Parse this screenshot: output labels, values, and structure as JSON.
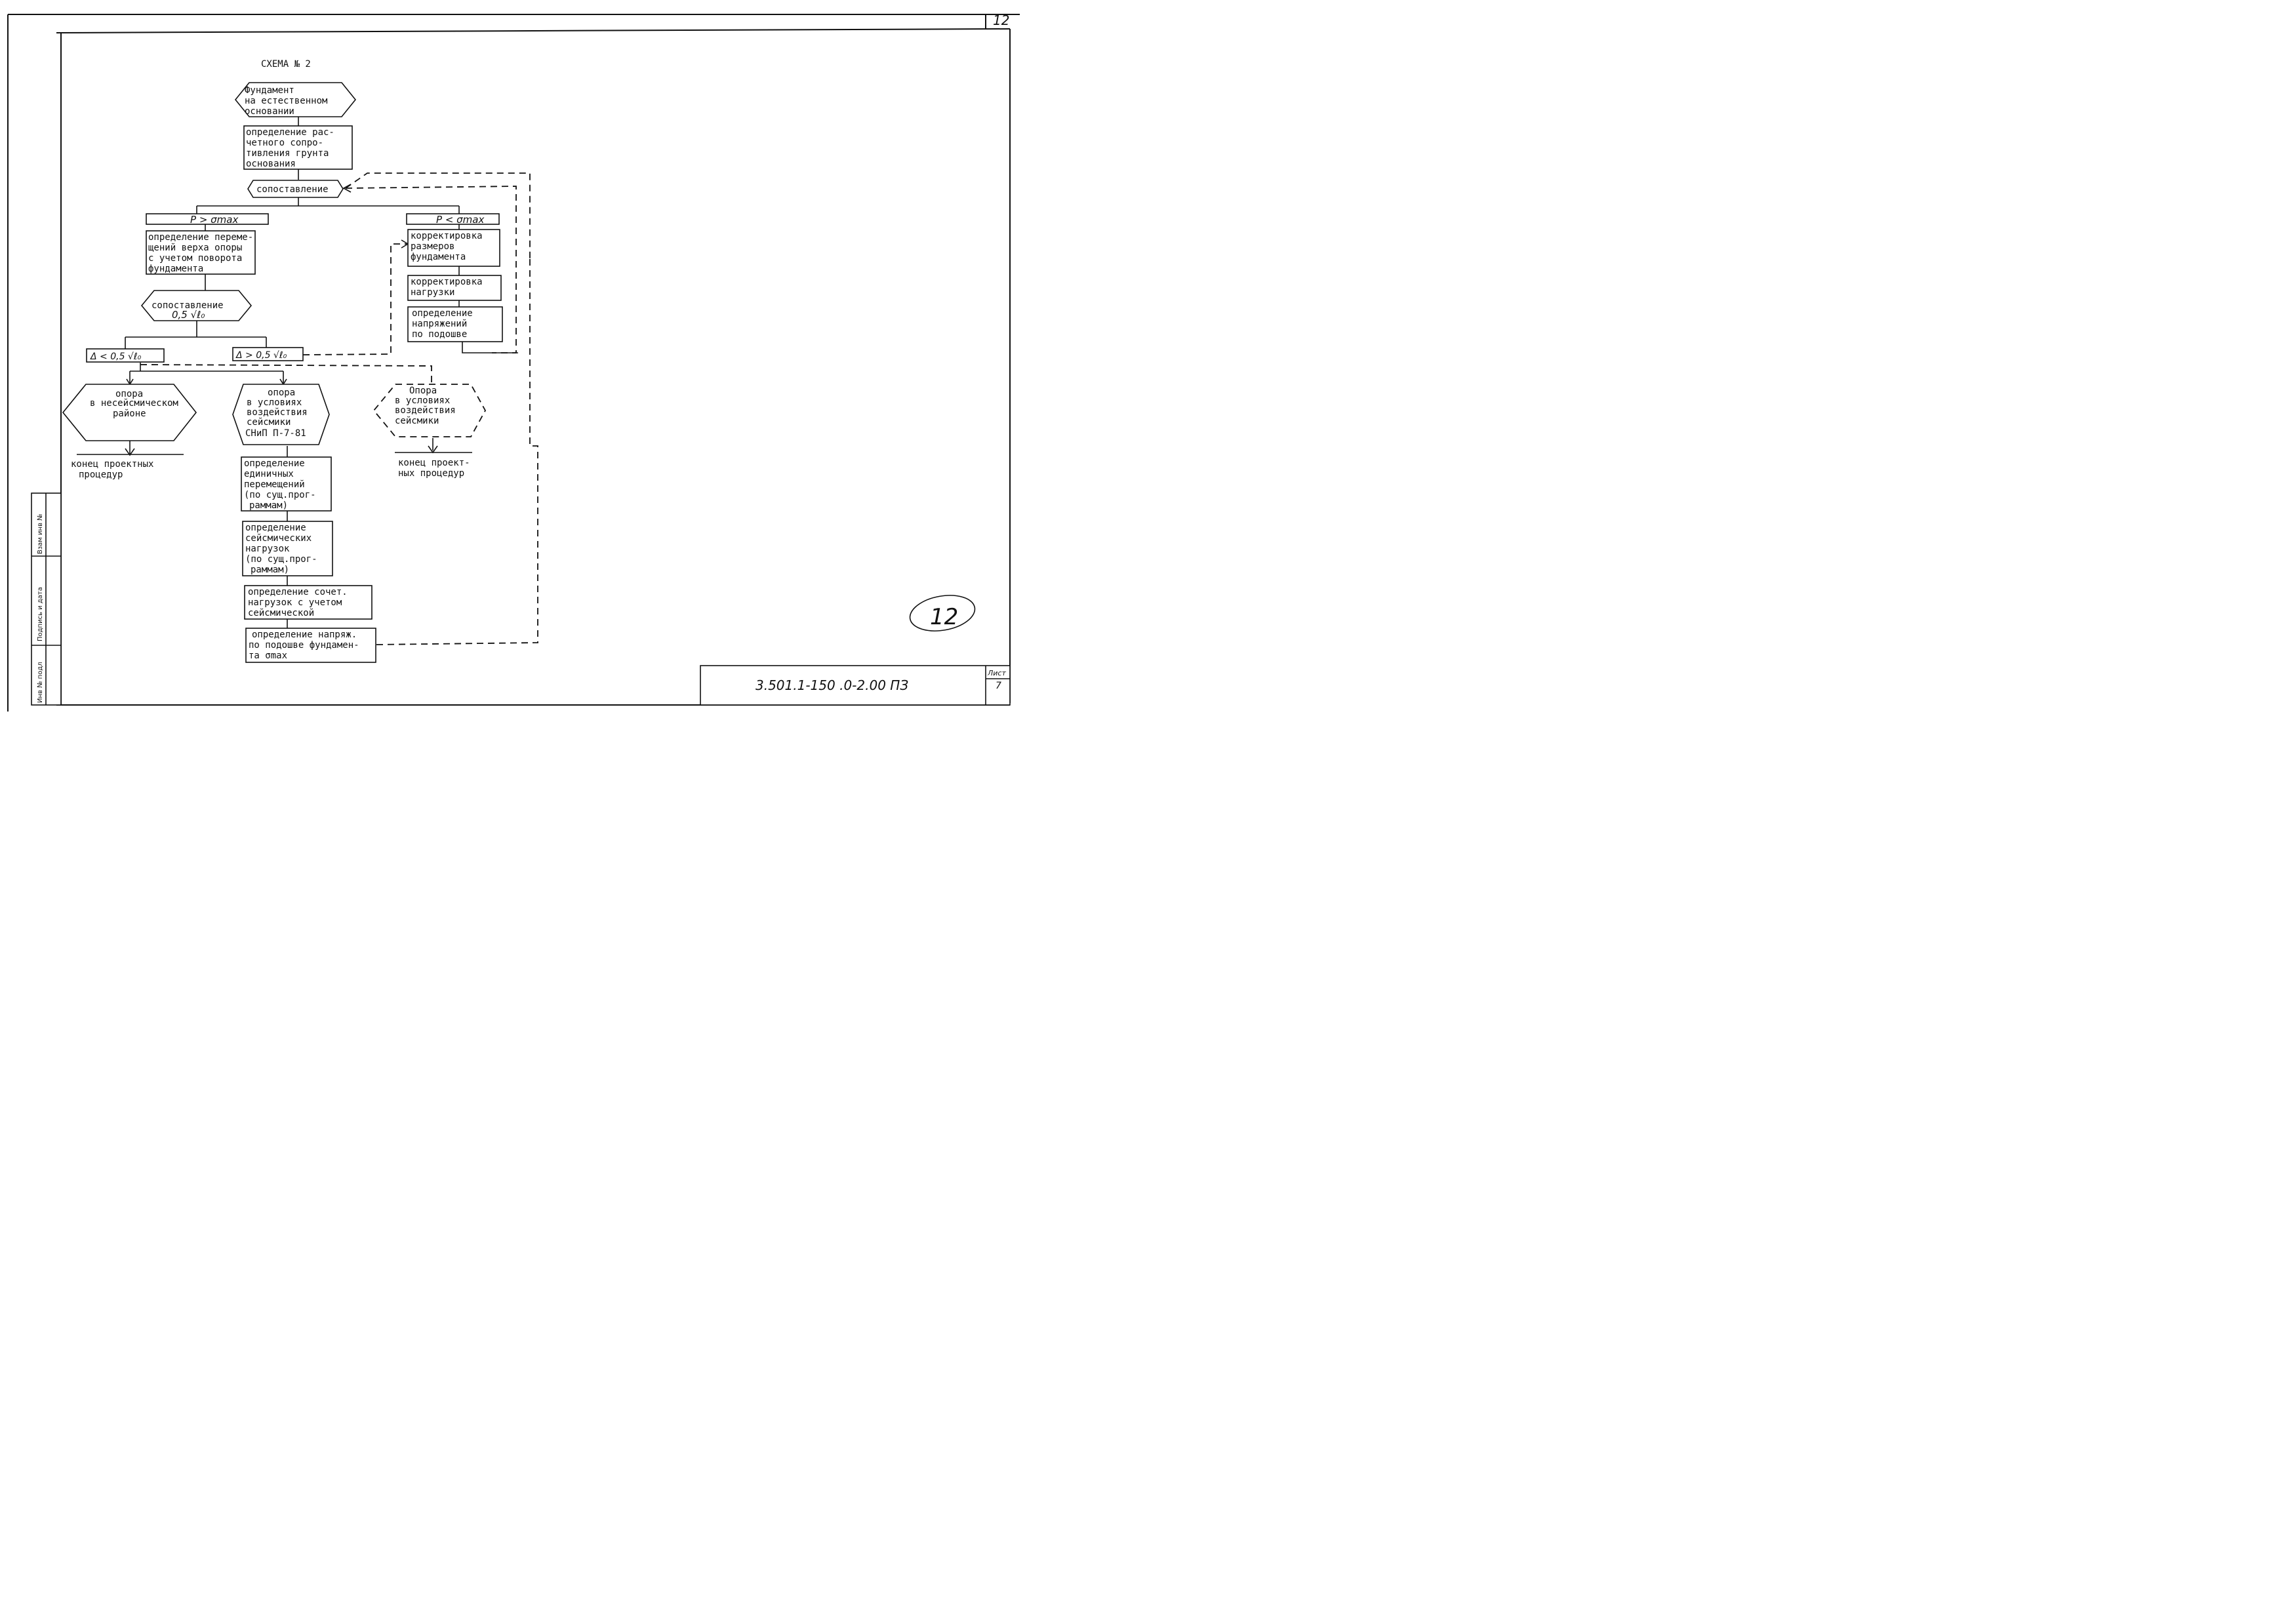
{
  "header": {
    "sheet_number": "12",
    "scheme_title": "СХЕМА № 2"
  },
  "nodes": {
    "start": [
      "Фундамент",
      "на естественном",
      "основании"
    ],
    "resistance": [
      "определение рас-",
      "четного сопро-",
      "тивления грунта",
      "основания"
    ],
    "compare1": [
      "сопоставление"
    ],
    "cond_gt": [
      "P > σmax"
    ],
    "cond_lt": [
      "P < σmax"
    ],
    "displacement": [
      "определение переме-",
      "щений верха опоры",
      "с учетом поворота",
      "фундамента"
    ],
    "correct_size": [
      "корректировка",
      "размеров",
      "фундамента"
    ],
    "correct_load": [
      "корректировка",
      "нагрузки"
    ],
    "stress_base": [
      "определение",
      "напряжений",
      "по подошве"
    ],
    "compare2": [
      "сопоставление",
      "0,5 √ℓ₀"
    ],
    "delta_lt": [
      "Δ < 0,5 √ℓ₀"
    ],
    "delta_gt": [
      "Δ > 0,5 √ℓ₀"
    ],
    "support_nonseismic": [
      "опора",
      "в несейсмическом",
      "районе"
    ],
    "support_snip": [
      "опора",
      "в условиях",
      "воздействия",
      "сейсмики",
      "СНиП П-7-81"
    ],
    "support_seismic": [
      "Опора",
      "в условиях",
      "воздействия",
      "сейсмики"
    ],
    "end1": [
      "конец проектных",
      "процедур"
    ],
    "end2": [
      "конец проект-",
      "ных процедур"
    ],
    "unit_disp": [
      "определение",
      "единичных",
      "перемещений",
      "(по сущ.прог-",
      "раммам)"
    ],
    "seismic_loads": [
      "определение",
      "сейсмических",
      "нагрузок",
      "(по сущ.прог-",
      "раммам)"
    ],
    "load_combo": [
      "определение сочет.",
      "нагрузок с учетом",
      "сейсмической"
    ],
    "stress_final": [
      "определение напряж.",
      "по подошве фундамен-",
      "та      σmax"
    ]
  },
  "title_block": {
    "doc_code": "3.501.1-150 .0-2.00 ПЗ",
    "sheet_label": "Лист",
    "sheet_value": "7"
  },
  "stamp": "12",
  "side_stamp": {
    "inv_orig": "Инв № подл",
    "sign_date": "Подпись и дата",
    "vzam_inv": "Взам инв №"
  }
}
